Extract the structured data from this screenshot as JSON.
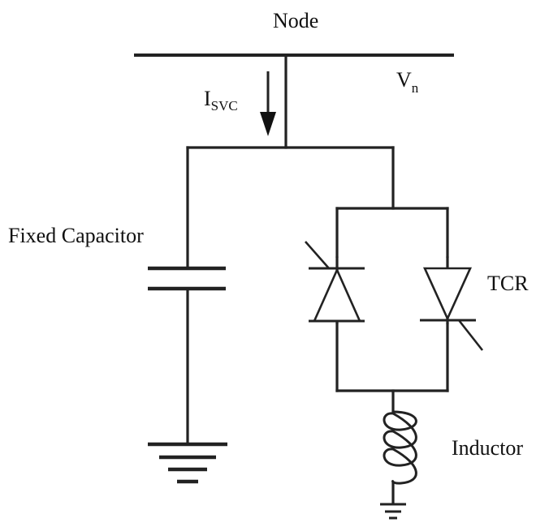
{
  "labels": {
    "node": "Node",
    "voltage_main": "V",
    "voltage_sub": "n",
    "current_main": "I",
    "current_sub": "SVC",
    "fixed_capacitor": "Fixed Capacitor",
    "tcr": "TCR",
    "inductor": "Inductor"
  }
}
